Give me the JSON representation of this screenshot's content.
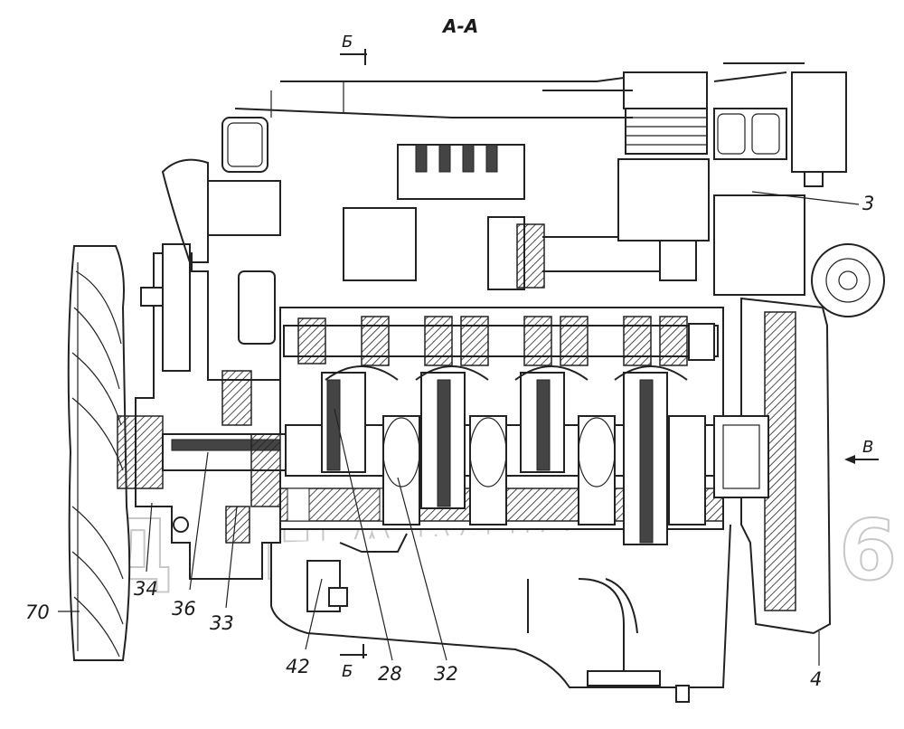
{
  "section_title": "А-А",
  "section_marks": {
    "top": "Б",
    "bottom": "Б",
    "view": "В"
  },
  "watermark": "ДИНАМИКА 76",
  "callouts": [
    {
      "id": "c3",
      "label": "3"
    },
    {
      "id": "c4",
      "label": "4"
    },
    {
      "id": "c28",
      "label": "28"
    },
    {
      "id": "c32",
      "label": "32"
    },
    {
      "id": "c33",
      "label": "33"
    },
    {
      "id": "c34",
      "label": "34"
    },
    {
      "id": "c36",
      "label": "36"
    },
    {
      "id": "c42",
      "label": "42"
    },
    {
      "id": "c70",
      "label": "70"
    }
  ]
}
